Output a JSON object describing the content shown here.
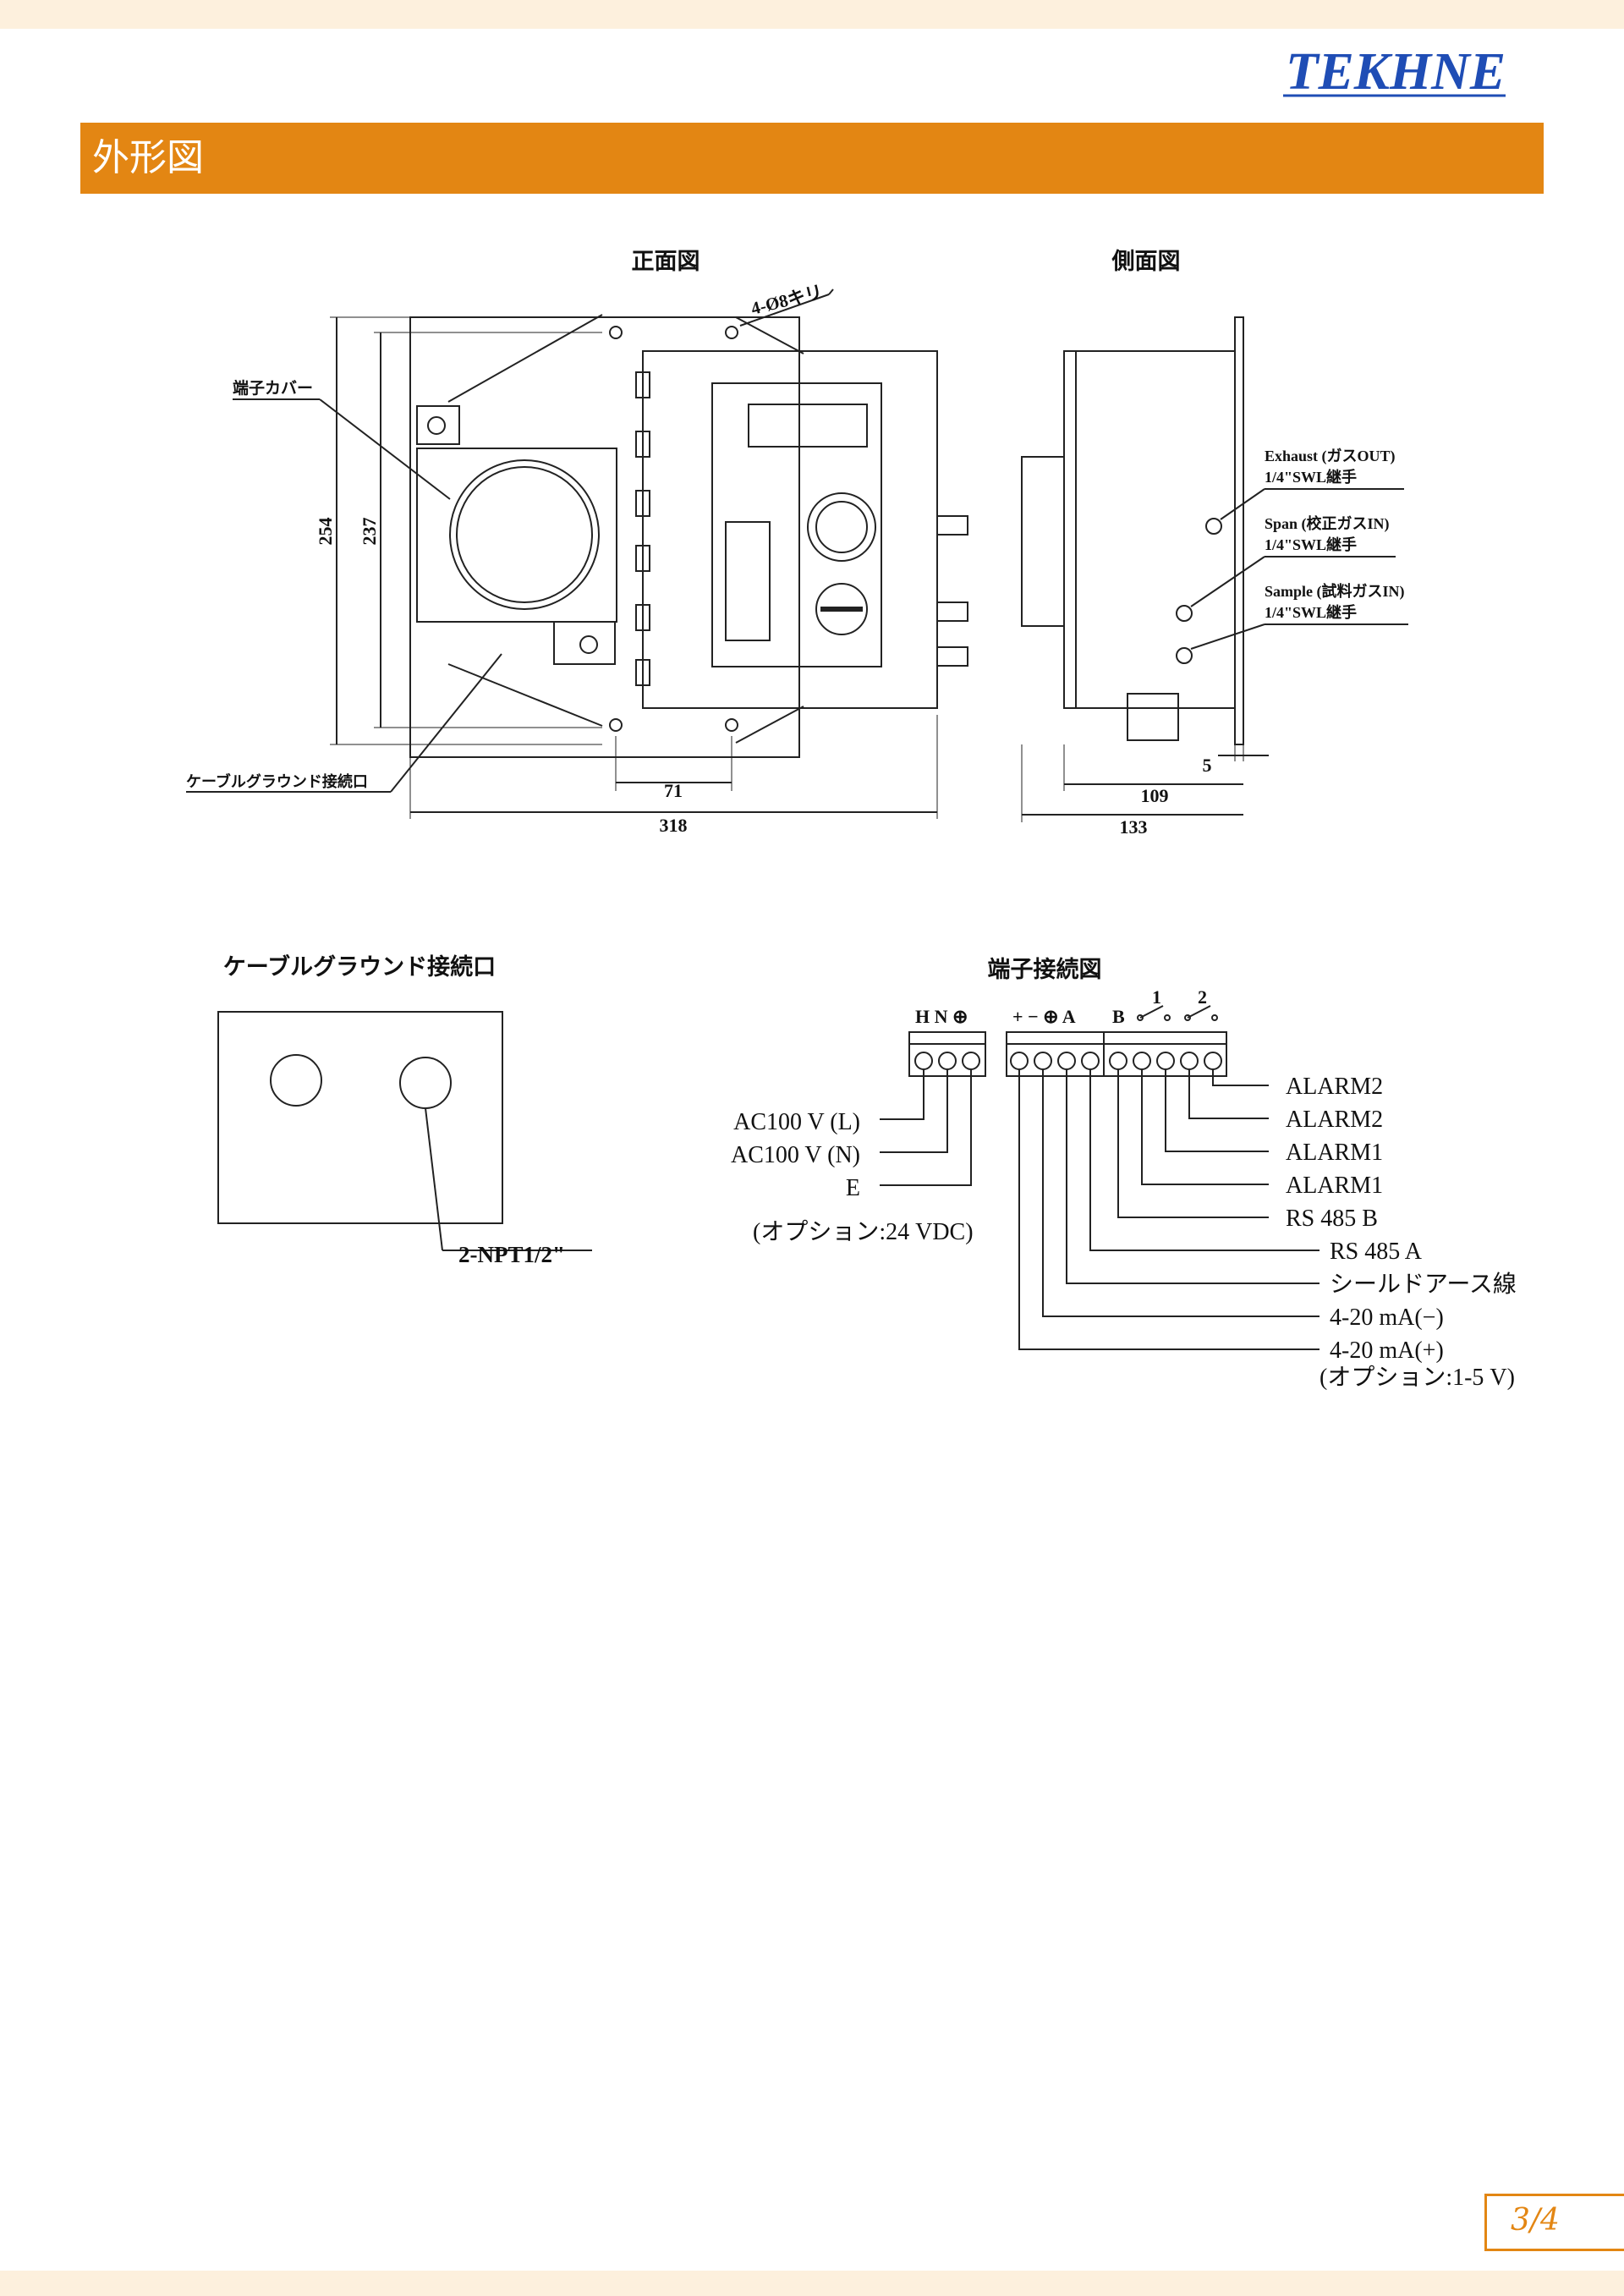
{
  "brand": {
    "logo_text": "TEKHNE",
    "color": "#1f4db5"
  },
  "header": {
    "title": "外形図",
    "color": "#e38613"
  },
  "outline": {
    "front_view_title": "正面図",
    "side_view_title": "側面図",
    "hole_label": "4-Ø8キリ",
    "terminal_cover_label": "端子カバー",
    "cable_gland_label": "ケーブルグラウンド接続口",
    "dims": {
      "height_outer": "254",
      "height_inner": "237",
      "hole_pitch": "71",
      "width": "318",
      "depth_flange": "5",
      "depth_body": "109",
      "depth_total": "133"
    },
    "ports": [
      {
        "name": "Exhaust (ガスOUT)",
        "fitting": "1/4\"SWL継手"
      },
      {
        "name": "Span (校正ガスIN)",
        "fitting": "1/4\"SWL継手"
      },
      {
        "name": "Sample (試料ガスIN)",
        "fitting": "1/4\"SWL継手"
      }
    ]
  },
  "gland": {
    "title": "ケーブルグラウンド接続口",
    "thread": "2-NPT1/2\""
  },
  "terminal": {
    "title": "端子接続図",
    "power_header": "H N ⊕",
    "signal_header": "+ − ⊕ A",
    "alarm_header": "B",
    "contact_1": "1",
    "contact_2": "2",
    "power_labels": [
      "AC100 V (L)",
      "AC100 V (N)",
      "E"
    ],
    "power_option": "(オプション:24 VDC)",
    "signal_labels": [
      "ALARM2",
      "ALARM2",
      "ALARM1",
      "ALARM1",
      "RS 485 B",
      "RS 485 A",
      "シールドアース線",
      "4-20 mA(−)",
      "4-20 mA(+)"
    ],
    "signal_option": "(オプション:1-5 V)"
  },
  "footer": {
    "page": "3/4"
  }
}
